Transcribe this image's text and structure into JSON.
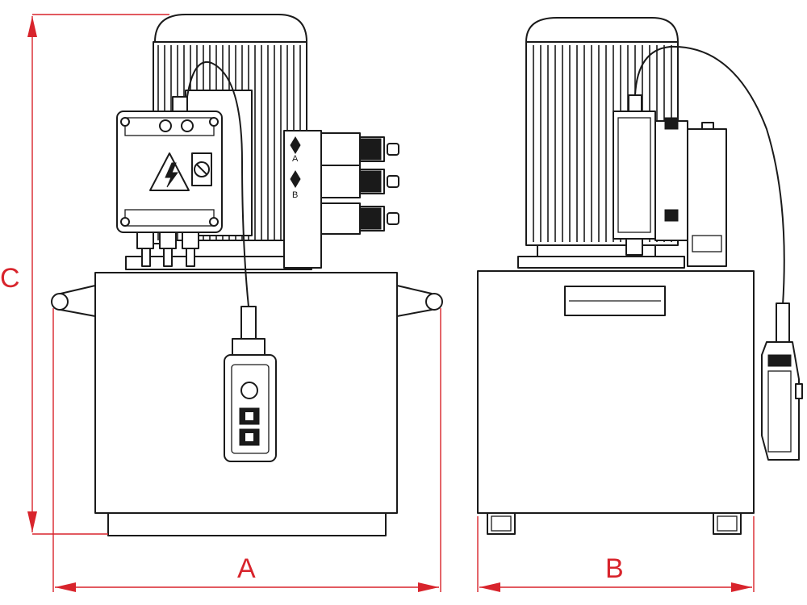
{
  "dimensions": {
    "width_label": "A",
    "depth_label": "B",
    "height_label": "C"
  },
  "colors": {
    "dimension": "#d8242c",
    "line": "#1a1a1a",
    "background": "#ffffff"
  },
  "symbols": {
    "warning": "high-voltage-warning-icon",
    "valve_marks": [
      "A",
      "B"
    ]
  }
}
